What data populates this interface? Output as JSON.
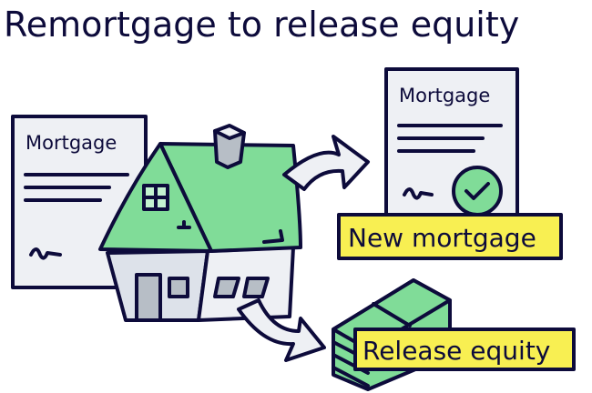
{
  "title": "Remortgage to release equity",
  "old_document": {
    "label": "Mortgage"
  },
  "new_document": {
    "label": "Mortgage"
  },
  "labels": {
    "new_mortgage": "New mortgage",
    "release_equity": "Release equity"
  },
  "icons": [
    "house-icon",
    "document-icon",
    "checkmark-icon",
    "arrow-icon",
    "money-stack-icon",
    "signature-icon"
  ],
  "colors": {
    "ink": "#0d0b3b",
    "green": "#80dc98",
    "yellow": "#f8ef52",
    "paper": "#eef0f4",
    "wall": "#dde2ea"
  }
}
